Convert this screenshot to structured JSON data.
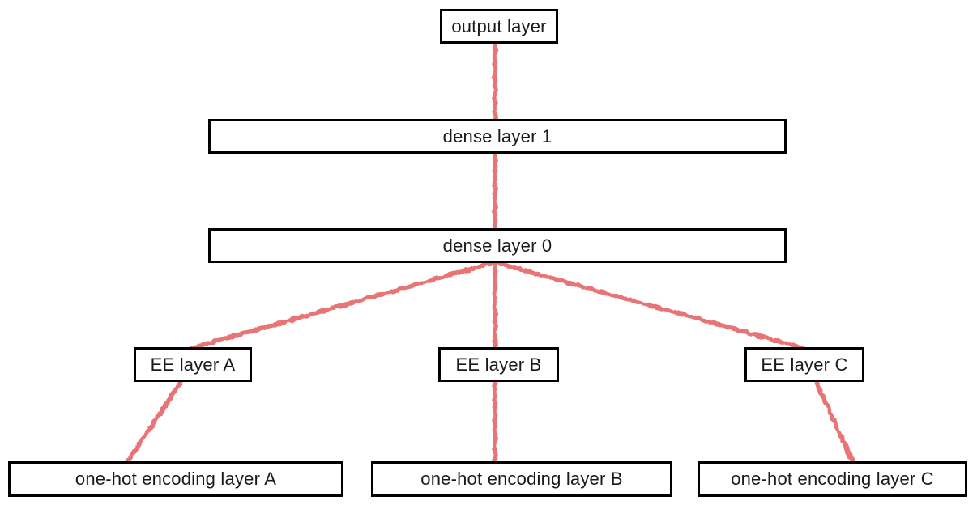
{
  "diagram": {
    "type": "neural-network-architecture",
    "nodes": {
      "output": {
        "label": "output layer"
      },
      "dense1": {
        "label": "dense layer 1"
      },
      "dense0": {
        "label": "dense layer 0"
      },
      "ee_a": {
        "label": "EE layer A"
      },
      "ee_b": {
        "label": "EE layer B"
      },
      "ee_c": {
        "label": "EE layer C"
      },
      "onehot_a": {
        "label": "one-hot encoding layer A"
      },
      "onehot_b": {
        "label": "one-hot encoding layer B"
      },
      "onehot_c": {
        "label": "one-hot encoding layer C"
      }
    },
    "edges": [
      {
        "from": "output layer",
        "to": "dense layer 1"
      },
      {
        "from": "dense layer 1",
        "to": "dense layer 0"
      },
      {
        "from": "dense layer 0",
        "to": "EE layer A"
      },
      {
        "from": "dense layer 0",
        "to": "EE layer B"
      },
      {
        "from": "dense layer 0",
        "to": "EE layer C"
      },
      {
        "from": "EE layer A",
        "to": "one-hot encoding layer A"
      },
      {
        "from": "EE layer B",
        "to": "one-hot encoding layer B"
      },
      {
        "from": "EE layer C",
        "to": "one-hot encoding layer C"
      }
    ],
    "colors": {
      "connection": "#e8696a",
      "box_border": "#000000",
      "box_fill": "#ffffff",
      "text": "#1a1a1a",
      "background": "#ffffff"
    }
  }
}
